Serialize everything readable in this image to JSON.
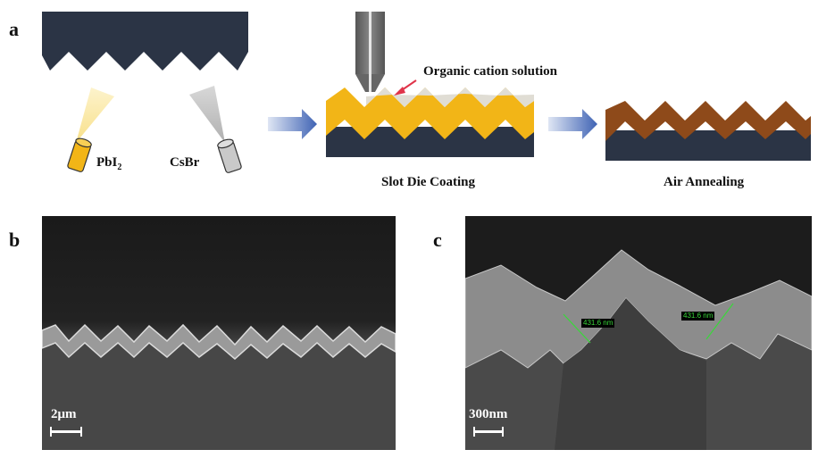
{
  "panels": {
    "a": "a",
    "b": "b",
    "c": "c"
  },
  "sources": {
    "pbi2_base": "PbI",
    "pbi2_sub": "2",
    "csbr": "CsBr"
  },
  "steps": {
    "solution_label": "Organic cation solution",
    "slot_die": "Slot Die Coating",
    "annealing": "Air Annealing"
  },
  "sem_b": {
    "scale_label": "2μm"
  },
  "sem_c": {
    "scale_label": "300nm",
    "measure_left": "431.6 nm",
    "measure_right": "431.6 nm"
  },
  "colors": {
    "substrate": "#2b3445",
    "pbi2": "#f2b517",
    "perovskite": "#8e4a1a",
    "solution": "#e0ddd4",
    "arrow": "#3f63b4",
    "pointer": "#e0344a"
  }
}
